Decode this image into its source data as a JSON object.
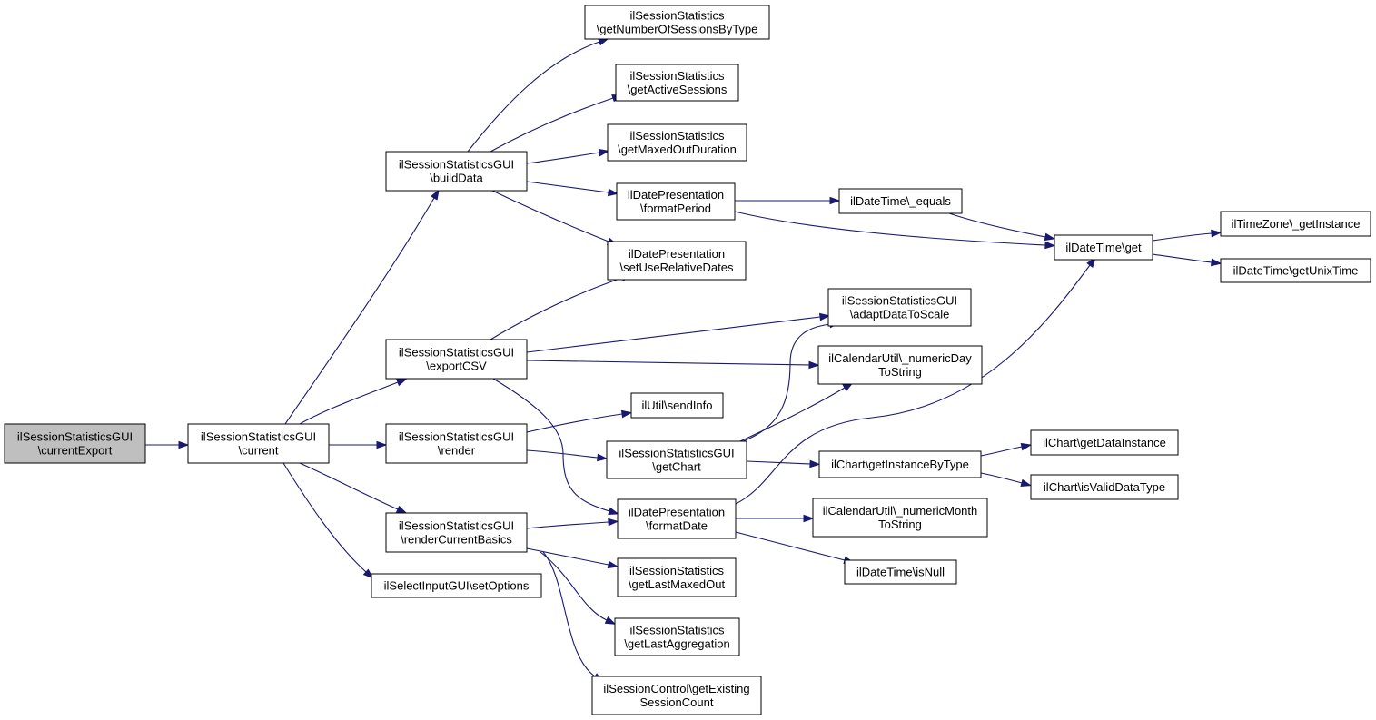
{
  "graph": {
    "edge_color": "#191970",
    "root_fill": "#bfbfbf",
    "nodes": [
      {
        "id": "currentExport",
        "lines": [
          "ilSessionStatisticsGUI",
          "\\currentExport"
        ],
        "root": true
      },
      {
        "id": "current",
        "lines": [
          "ilSessionStatisticsGUI",
          "\\current"
        ]
      },
      {
        "id": "buildData",
        "lines": [
          "ilSessionStatisticsGUI",
          "\\buildData"
        ]
      },
      {
        "id": "exportCSV",
        "lines": [
          "ilSessionStatisticsGUI",
          "\\exportCSV"
        ]
      },
      {
        "id": "render",
        "lines": [
          "ilSessionStatisticsGUI",
          "\\render"
        ]
      },
      {
        "id": "renderCurrentBasics",
        "lines": [
          "ilSessionStatisticsGUI",
          "\\renderCurrentBasics"
        ]
      },
      {
        "id": "setOptions",
        "lines": [
          "ilSelectInputGUI\\setOptions"
        ]
      },
      {
        "id": "getNumberOfSessionsByType",
        "lines": [
          "ilSessionStatistics",
          "\\getNumberOfSessionsByType"
        ]
      },
      {
        "id": "getActiveSessions",
        "lines": [
          "ilSessionStatistics",
          "\\getActiveSessions"
        ]
      },
      {
        "id": "getMaxedOutDuration",
        "lines": [
          "ilSessionStatistics",
          "\\getMaxedOutDuration"
        ]
      },
      {
        "id": "formatPeriod",
        "lines": [
          "ilDatePresentation",
          "\\formatPeriod"
        ]
      },
      {
        "id": "setUseRelativeDates",
        "lines": [
          "ilDatePresentation",
          "\\setUseRelativeDates"
        ]
      },
      {
        "id": "sendInfo",
        "lines": [
          "ilUtil\\sendInfo"
        ]
      },
      {
        "id": "getChart",
        "lines": [
          "ilSessionStatisticsGUI",
          "\\getChart"
        ]
      },
      {
        "id": "formatDate",
        "lines": [
          "ilDatePresentation",
          "\\formatDate"
        ]
      },
      {
        "id": "getLastMaxedOut",
        "lines": [
          "ilSessionStatistics",
          "\\getLastMaxedOut"
        ]
      },
      {
        "id": "getLastAggregation",
        "lines": [
          "ilSessionStatistics",
          "\\getLastAggregation"
        ]
      },
      {
        "id": "getExistingSessionCount",
        "lines": [
          "ilSessionControl\\getExisting",
          "SessionCount"
        ]
      },
      {
        "id": "equals",
        "lines": [
          "ilDateTime\\_equals"
        ]
      },
      {
        "id": "adaptDataToScale",
        "lines": [
          "ilSessionStatisticsGUI",
          "\\adaptDataToScale"
        ]
      },
      {
        "id": "numericDayToString",
        "lines": [
          "ilCalendarUtil\\_numericDay",
          "ToString"
        ]
      },
      {
        "id": "getInstanceByType",
        "lines": [
          "ilChart\\getInstanceByType"
        ]
      },
      {
        "id": "numericMonthToString",
        "lines": [
          "ilCalendarUtil\\_numericMonth",
          "ToString"
        ]
      },
      {
        "id": "isNull",
        "lines": [
          "ilDateTime\\isNull"
        ]
      },
      {
        "id": "get",
        "lines": [
          "ilDateTime\\get"
        ]
      },
      {
        "id": "getDataInstance",
        "lines": [
          "ilChart\\getDataInstance"
        ]
      },
      {
        "id": "isValidDataType",
        "lines": [
          "ilChart\\isValidDataType"
        ]
      },
      {
        "id": "getInstance",
        "lines": [
          "ilTimeZone\\_getInstance"
        ]
      },
      {
        "id": "getUnixTime",
        "lines": [
          "ilDateTime\\getUnixTime"
        ]
      }
    ],
    "edges": [
      [
        "currentExport",
        "current"
      ],
      [
        "current",
        "buildData"
      ],
      [
        "current",
        "exportCSV"
      ],
      [
        "current",
        "render"
      ],
      [
        "current",
        "renderCurrentBasics"
      ],
      [
        "current",
        "setOptions"
      ],
      [
        "buildData",
        "getNumberOfSessionsByType"
      ],
      [
        "buildData",
        "getActiveSessions"
      ],
      [
        "buildData",
        "getMaxedOutDuration"
      ],
      [
        "buildData",
        "formatPeriod"
      ],
      [
        "buildData",
        "setUseRelativeDates"
      ],
      [
        "exportCSV",
        "setUseRelativeDates"
      ],
      [
        "exportCSV",
        "adaptDataToScale"
      ],
      [
        "exportCSV",
        "numericDayToString"
      ],
      [
        "exportCSV",
        "formatDate"
      ],
      [
        "render",
        "sendInfo"
      ],
      [
        "render",
        "getChart"
      ],
      [
        "renderCurrentBasics",
        "formatDate"
      ],
      [
        "renderCurrentBasics",
        "getLastMaxedOut"
      ],
      [
        "renderCurrentBasics",
        "getLastAggregation"
      ],
      [
        "renderCurrentBasics",
        "getExistingSessionCount"
      ],
      [
        "formatPeriod",
        "equals"
      ],
      [
        "formatPeriod",
        "get"
      ],
      [
        "equals",
        "get"
      ],
      [
        "getChart",
        "adaptDataToScale"
      ],
      [
        "getChart",
        "numericDayToString"
      ],
      [
        "getChart",
        "getInstanceByType"
      ],
      [
        "formatDate",
        "get"
      ],
      [
        "formatDate",
        "numericMonthToString"
      ],
      [
        "formatDate",
        "isNull"
      ],
      [
        "getInstanceByType",
        "getDataInstance"
      ],
      [
        "getInstanceByType",
        "isValidDataType"
      ],
      [
        "get",
        "getInstance"
      ],
      [
        "get",
        "getUnixTime"
      ]
    ]
  }
}
